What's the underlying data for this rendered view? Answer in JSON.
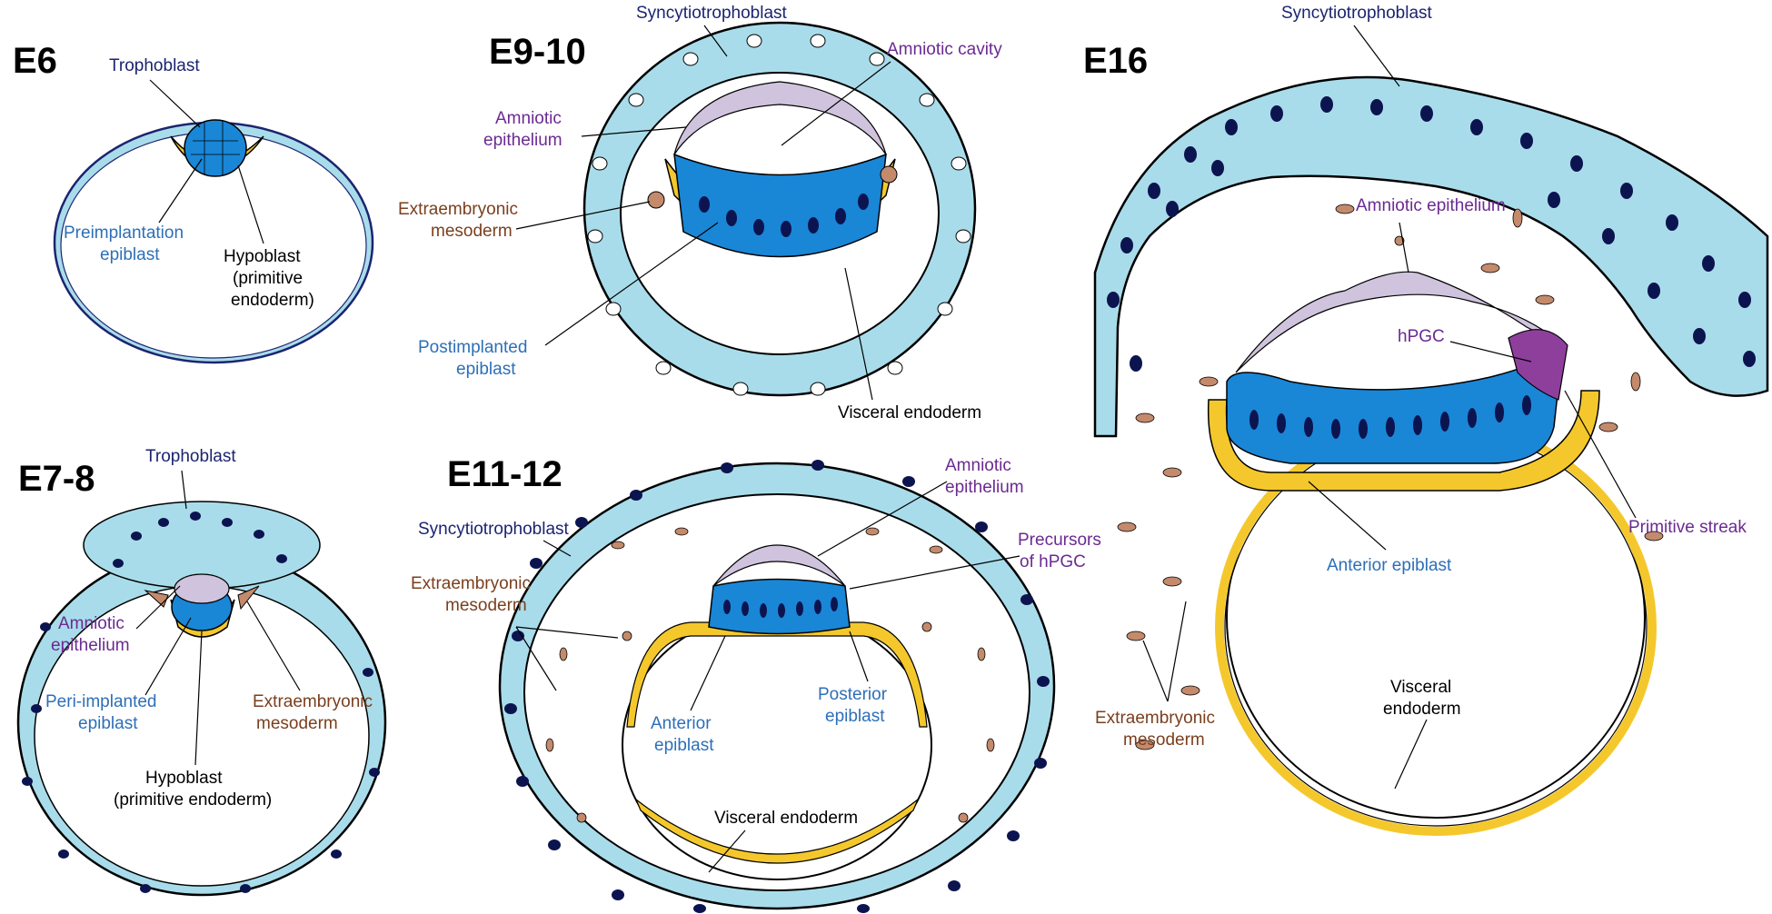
{
  "colors": {
    "trophoblast": "#a9dcea",
    "epiblast": "#1a86d6",
    "hypoblast": "#f4c82c",
    "amnion": "#cfc3dd",
    "mesoderm": "#c48a6c",
    "nucleus": "#0c1450",
    "hpgc": "#8e3f9c",
    "label_navy": "#1b2470",
    "label_blue": "#2d6fb7",
    "label_purple": "#6b2a92",
    "label_brown": "#7a3f1e",
    "label_black": "#000000"
  },
  "panels": {
    "e6": {
      "stage": "E6",
      "trophoblast": "Trophoblast",
      "preimp_1": "Preimplantation",
      "preimp_2": "epiblast",
      "hypo_1": "Hypoblast",
      "hypo_2": "(primitive",
      "hypo_3": "endoderm)"
    },
    "e78": {
      "stage": "E7-8",
      "trophoblast": "Trophoblast",
      "amn_1": "Amniotic",
      "amn_2": "epithelium",
      "peri_1": "Peri-implanted",
      "peri_2": "epiblast",
      "exmes_1": "Extraembryonic",
      "exmes_2": "mesoderm",
      "hypo_1": "Hypoblast",
      "hypo_2": "(primitive endoderm)"
    },
    "e910": {
      "stage": "E9-10",
      "syncytio": "Syncytiotrophoblast",
      "amn_cavity": "Amniotic cavity",
      "amn_1": "Amniotic",
      "amn_2": "epithelium",
      "exmes_1": "Extraembryonic",
      "exmes_2": "mesoderm",
      "post_1": "Postimplanted",
      "post_2": "epiblast",
      "visceral": "Visceral endoderm"
    },
    "e1112": {
      "stage": "E11-12",
      "syncytio": "Syncytiotrophoblast",
      "amn_1": "Amniotic",
      "amn_2": "epithelium",
      "exmes_1": "Extraembryonic",
      "exmes_2": "mesoderm",
      "prec_1": "Precursors",
      "prec_2": "of hPGC",
      "ant_1": "Anterior",
      "ant_2": "epiblast",
      "post_1": "Posterior",
      "post_2": "epiblast",
      "visceral": "Visceral endoderm"
    },
    "e16": {
      "stage": "E16",
      "syncytio": "Syncytiotrophoblast",
      "amn_epi": "Amniotic epithelium",
      "hpgc": "hPGC",
      "streak": "Primitive streak",
      "ant": "Anterior epiblast",
      "visc_1": "Visceral",
      "visc_2": "endoderm",
      "exmes_1": "Extraembryonic",
      "exmes_2": "mesoderm"
    }
  }
}
